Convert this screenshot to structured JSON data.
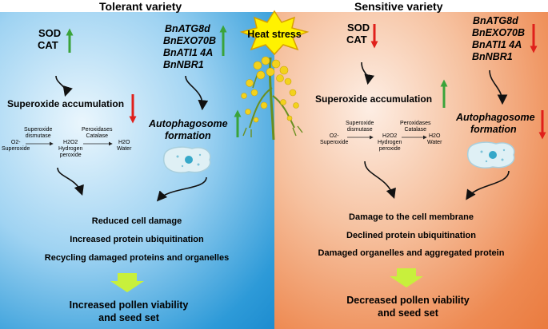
{
  "headers": {
    "left": "Tolerant variety",
    "right": "Sensitive variety"
  },
  "stress_label": "Heat stress",
  "left": {
    "enzymes": [
      "SOD",
      "CAT"
    ],
    "genes": [
      "BnATG8d",
      "BnEXO70B",
      "BnATI1 4A",
      "BnNBR1"
    ],
    "superoxide": "Superoxide accumulation",
    "autophagosome": [
      "Autophagosome",
      "formation"
    ],
    "reaction": {
      "step1": [
        "Superoxide",
        "dismutase"
      ],
      "step2": [
        "Peroxidases",
        "Catalase"
      ],
      "o2": "O2-",
      "o2_name": "Superoxide",
      "h2o2": "H2O2",
      "h2o2_name": [
        "Hydrogen",
        "peroxide"
      ],
      "h2o": "H2O",
      "h2o_name": "Water"
    },
    "outcomes": [
      "Reduced cell damage",
      "Increased protein ubiquitination",
      "Recycling damaged proteins and organelles"
    ],
    "final": [
      "Increased pollen viability",
      "and seed set"
    ]
  },
  "right": {
    "enzymes": [
      "SOD",
      "CAT"
    ],
    "genes": [
      "BnATG8d",
      "BnEXO70B",
      "BnATI1 4A",
      "BnNBR1"
    ],
    "superoxide": "Superoxide accumulation",
    "autophagosome": [
      "Autophagosome",
      "formation"
    ],
    "reaction": {
      "step1": [
        "Superoxide",
        "dismutase"
      ],
      "step2": [
        "Peroxidases",
        "Catalase"
      ],
      "o2": "O2-",
      "o2_name": "Superoxide",
      "h2o2": "H2O2",
      "h2o2_name": [
        "Hydrogen",
        "peroxide"
      ],
      "h2o": "H2O",
      "h2o_name": "Water"
    },
    "outcomes": [
      "Damage to the cell membrane",
      "Declined protein ubiquitination",
      "Damaged organelles and aggregated protein"
    ],
    "final": [
      "Decreased pollen viability",
      "and seed set"
    ]
  },
  "colors": {
    "up_arrow": "#3aa33a",
    "down_arrow": "#e0201b",
    "burst": "#fff200",
    "flower": "#f3d21c",
    "final_arrow": "#c8f03c"
  }
}
